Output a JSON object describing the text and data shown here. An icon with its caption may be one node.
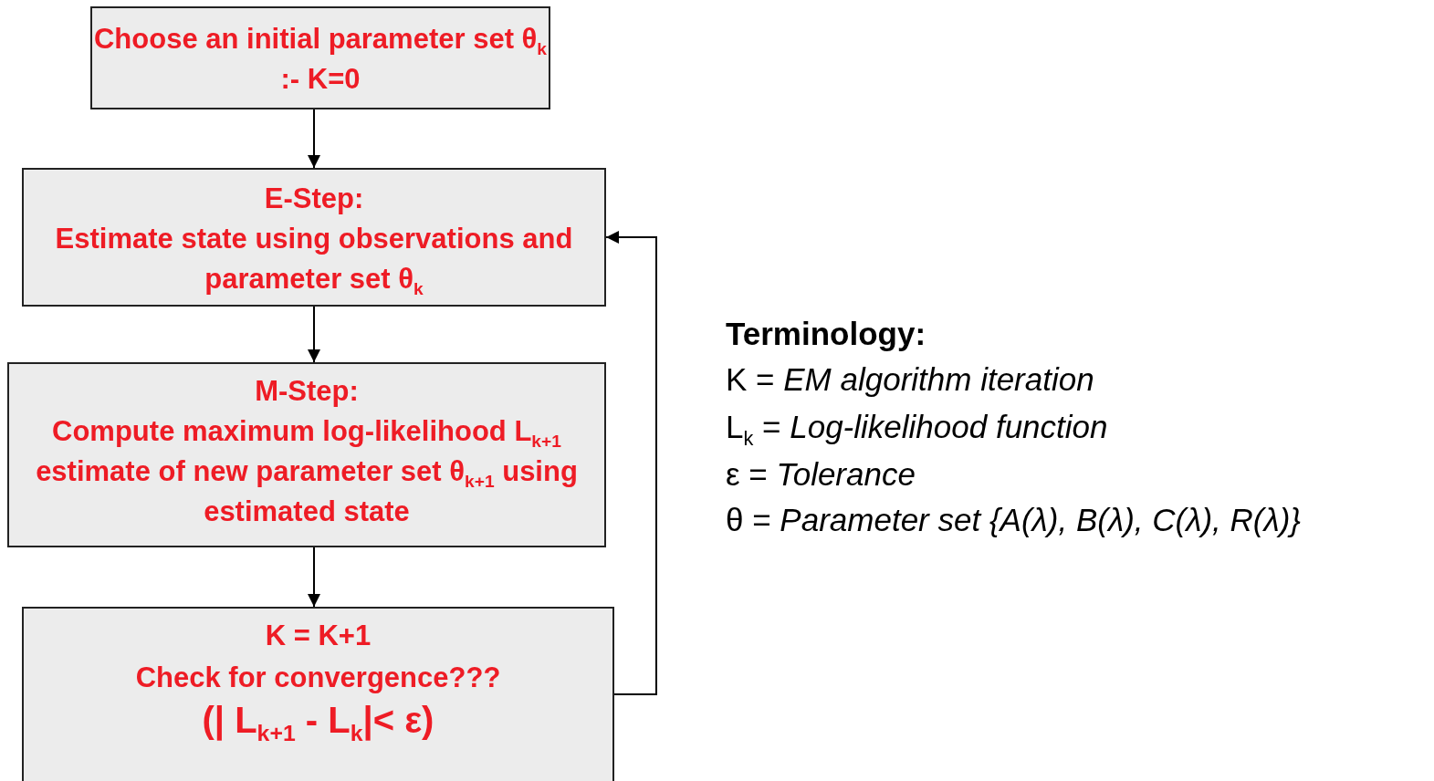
{
  "diagram": {
    "nodes": [
      {
        "text": [
          "Choose an initial parameter set θ$_{k}$  :- K=0"
        ]
      },
      {
        "text": [
          "E-Step:",
          "Estimate state using observations and parameter set θ$_{k}$"
        ]
      },
      {
        "text": [
          "M-Step:",
          "Compute maximum log-likelihood L$_{k+1}$ estimate of new parameter set θ$_{k+1}$ using estimated state"
        ]
      },
      {
        "text": [
          "K = K+1",
          "Check for convergence???",
          "(| L$_{k+1}$ - L$_{k}$|< ε)"
        ]
      }
    ],
    "edges": [
      {
        "from": 0,
        "to": 1,
        "arrow": "to"
      },
      {
        "from": 1,
        "to": 2,
        "arrow": "to"
      },
      {
        "from": 2,
        "to": 3,
        "arrow": "to"
      },
      {
        "from": 3,
        "to": 1,
        "arrow": "to"
      }
    ],
    "labels": [
      "Terminology:",
      "K = *EM algorithm iteration*",
      "L$_{k}$ = *Log-likelihood function*",
      "ε = *Tolerance*",
      "θ = *Parameter set {A(λ), B(λ), C(λ), R(λ)}*"
    ]
  }
}
